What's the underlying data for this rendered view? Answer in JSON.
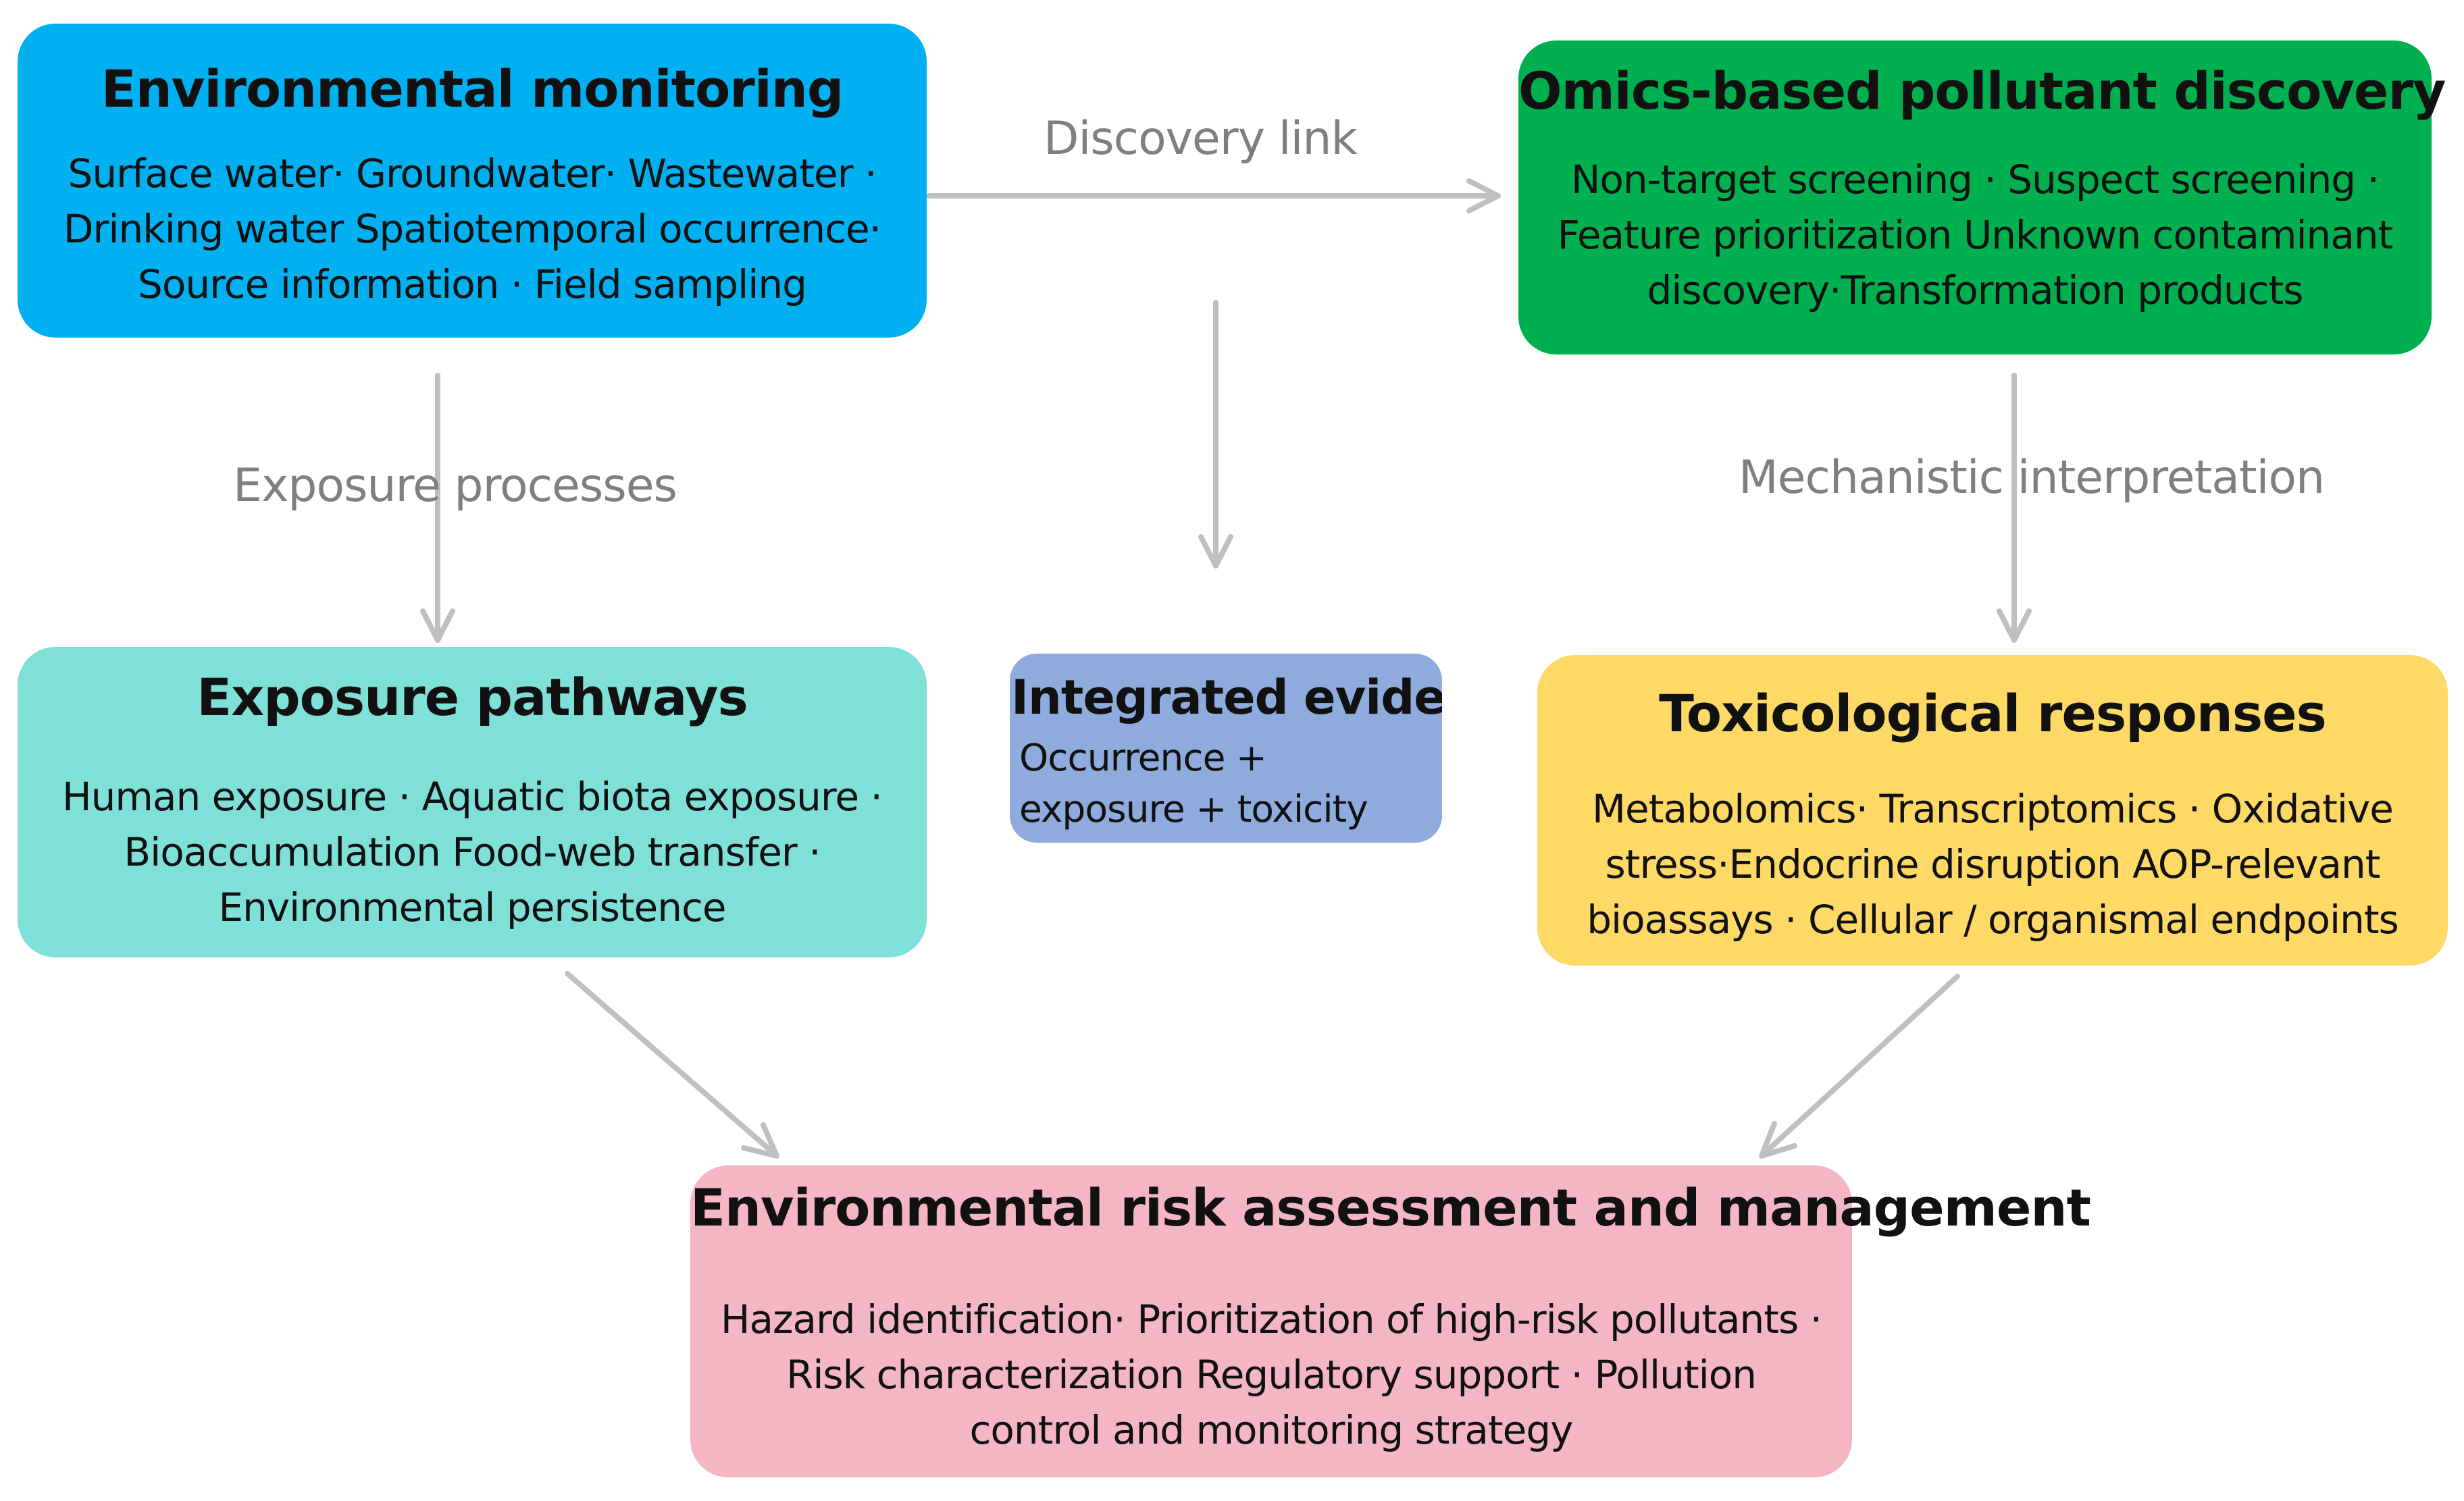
{
  "colors": {
    "monitoring": "#00b0f0",
    "omics": "#00b050",
    "exposure": "#7fe0d8",
    "integrated": "#8faadc",
    "toxicological": "#ffd966",
    "risk": "#f4b6c2",
    "arrow": "#bfbfbf",
    "label": "#7f7f7f"
  },
  "monitoring": {
    "title": "Environmental monitoring",
    "lines": [
      "Surface water· Groundwater· Wastewater ·",
      "Drinking water Spatiotemporal occurrence·",
      "Source information · Field sampling"
    ]
  },
  "omics": {
    "title": "Omics-based pollutant discovery",
    "lines": [
      "Non-target screening · Suspect screening ·",
      "Feature prioritization Unknown contaminant",
      "discovery·Transformation products"
    ]
  },
  "exposure": {
    "title": "Exposure pathways",
    "lines": [
      "Human exposure · Aquatic biota exposure ·",
      "Bioaccumulation Food-web transfer ·",
      "Environmental persistence"
    ]
  },
  "integrated": {
    "title": "Integrated evidenc",
    "lines": [
      "Occurrence +",
      "exposure + toxicity"
    ]
  },
  "toxicological": {
    "title": "Toxicological responses",
    "lines": [
      "Metabolomics· Transcriptomics · Oxidative",
      "stress·Endocrine disruption AOP-relevant",
      "bioassays · Cellular / organismal endpoints"
    ]
  },
  "risk": {
    "title": "Environmental risk assessment and management",
    "lines": [
      "Hazard identification· Prioritization of high-risk pollutants ·",
      "Risk characterization Regulatory support · Pollution",
      "control and monitoring strategy"
    ]
  },
  "labels": {
    "discovery_link": "Discovery link",
    "exposure_processes": "Exposure processes",
    "mechanistic_interpretation": "Mechanistic interpretation"
  }
}
